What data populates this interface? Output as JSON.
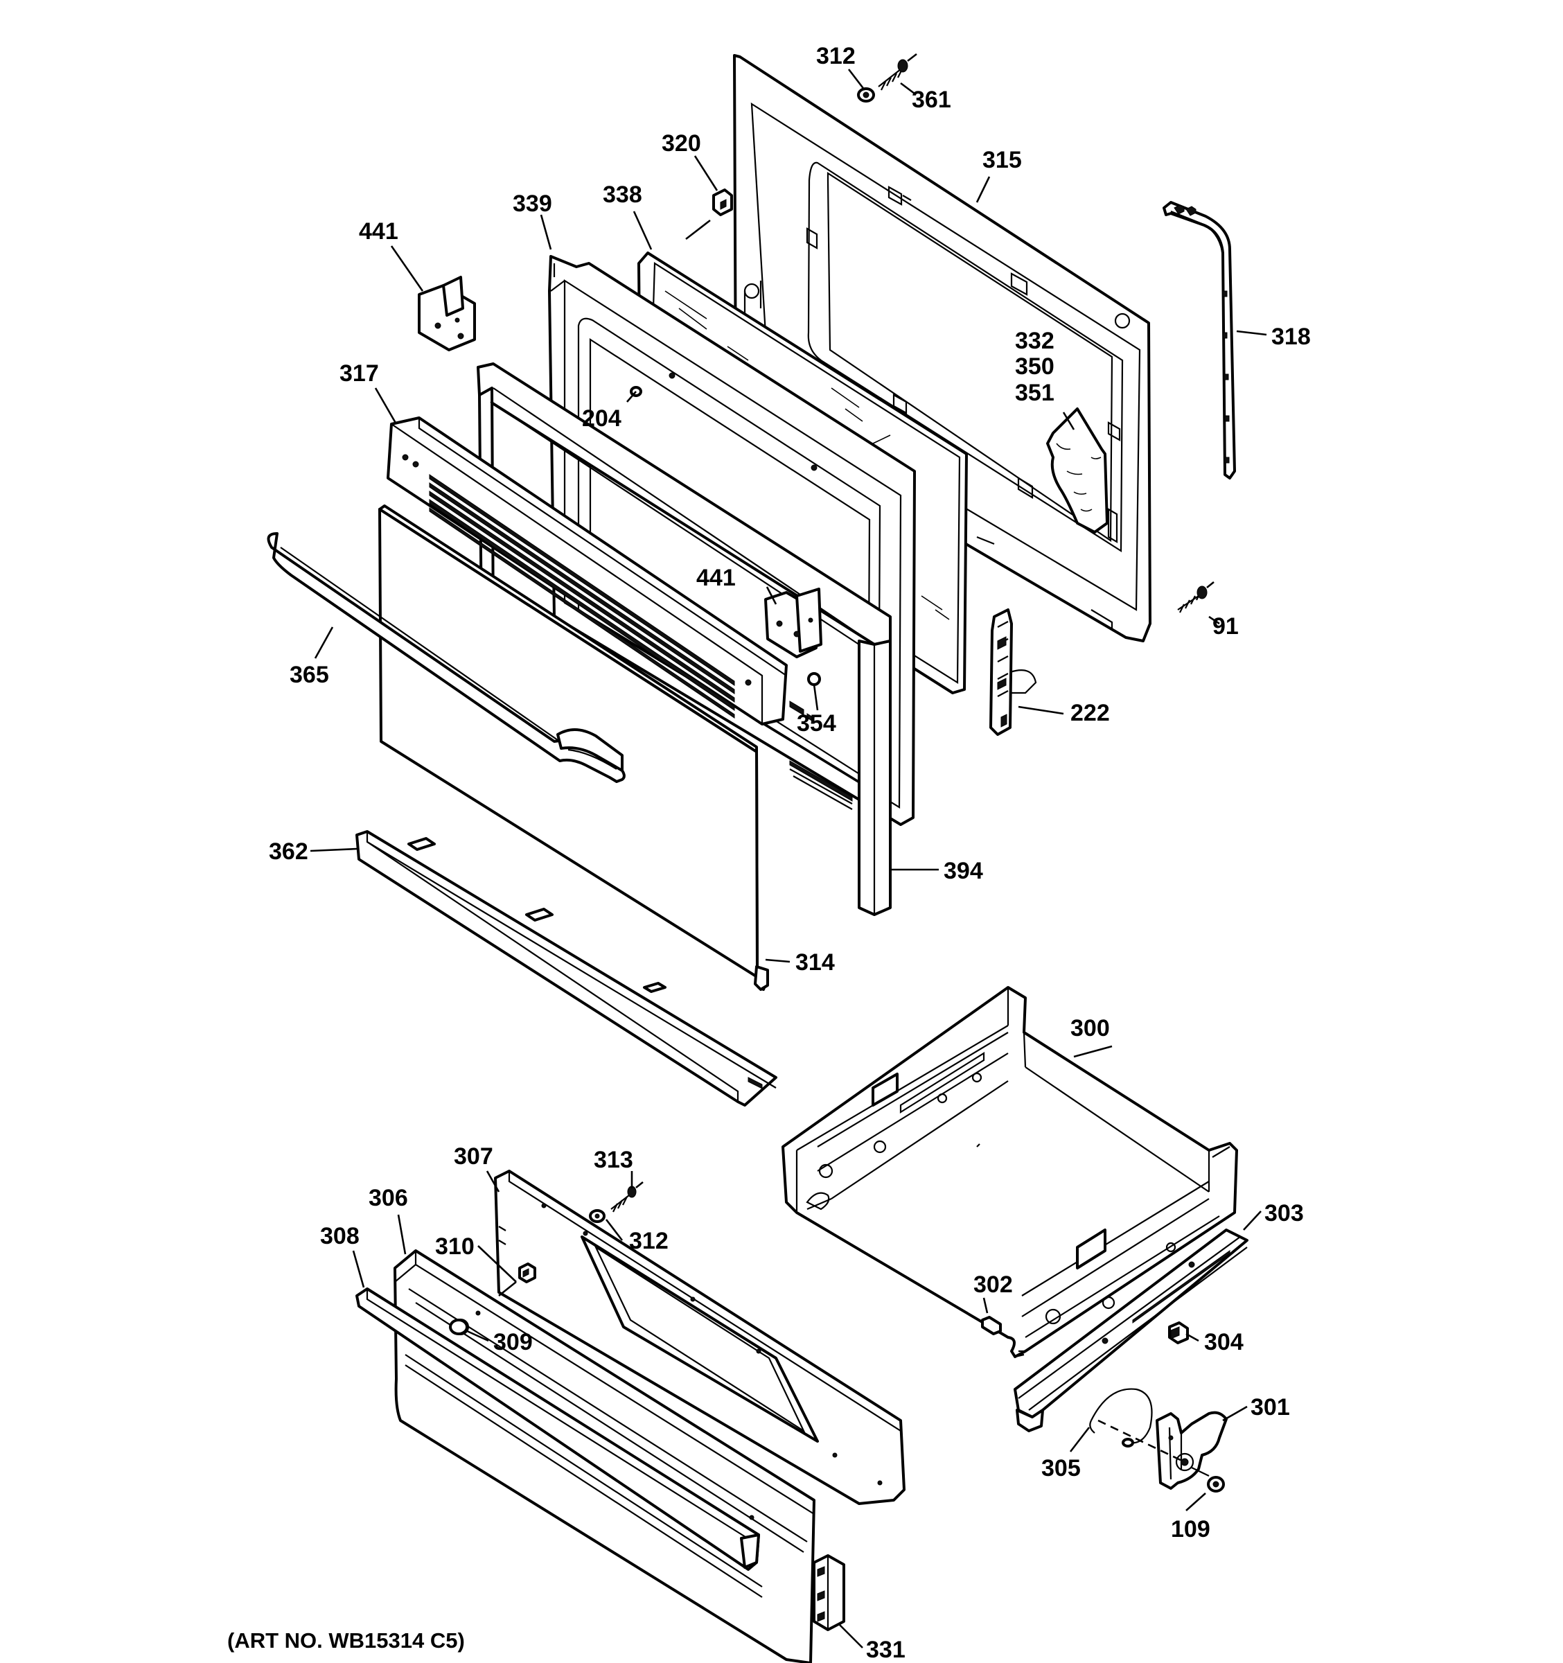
{
  "caption": "(ART NO. WB15314 C5)",
  "callouts": [
    {
      "id": "c312a",
      "text": "312"
    },
    {
      "id": "c361",
      "text": "361"
    },
    {
      "id": "c320",
      "text": "320"
    },
    {
      "id": "c315",
      "text": "315"
    },
    {
      "id": "c339",
      "text": "339"
    },
    {
      "id": "c338",
      "text": "338"
    },
    {
      "id": "c441a",
      "text": "441"
    },
    {
      "id": "c318",
      "text": "318"
    },
    {
      "id": "c332",
      "text": "332"
    },
    {
      "id": "c350",
      "text": "350"
    },
    {
      "id": "c351",
      "text": "351"
    },
    {
      "id": "c317",
      "text": "317"
    },
    {
      "id": "c204",
      "text": "204"
    },
    {
      "id": "c441b",
      "text": "441"
    },
    {
      "id": "c91",
      "text": "91"
    },
    {
      "id": "c365",
      "text": "365"
    },
    {
      "id": "c354",
      "text": "354"
    },
    {
      "id": "c222",
      "text": "222"
    },
    {
      "id": "c362",
      "text": "362"
    },
    {
      "id": "c394",
      "text": "394"
    },
    {
      "id": "c314",
      "text": "314"
    },
    {
      "id": "c300",
      "text": "300"
    },
    {
      "id": "c307",
      "text": "307"
    },
    {
      "id": "c313",
      "text": "313"
    },
    {
      "id": "c306",
      "text": "306"
    },
    {
      "id": "c312b",
      "text": "312"
    },
    {
      "id": "c303",
      "text": "303"
    },
    {
      "id": "c308",
      "text": "308"
    },
    {
      "id": "c310",
      "text": "310"
    },
    {
      "id": "c302",
      "text": "302"
    },
    {
      "id": "c309",
      "text": "309"
    },
    {
      "id": "c304",
      "text": "304"
    },
    {
      "id": "c301",
      "text": "301"
    },
    {
      "id": "c305",
      "text": "305"
    },
    {
      "id": "c109",
      "text": "109"
    },
    {
      "id": "c331",
      "text": "331"
    }
  ]
}
